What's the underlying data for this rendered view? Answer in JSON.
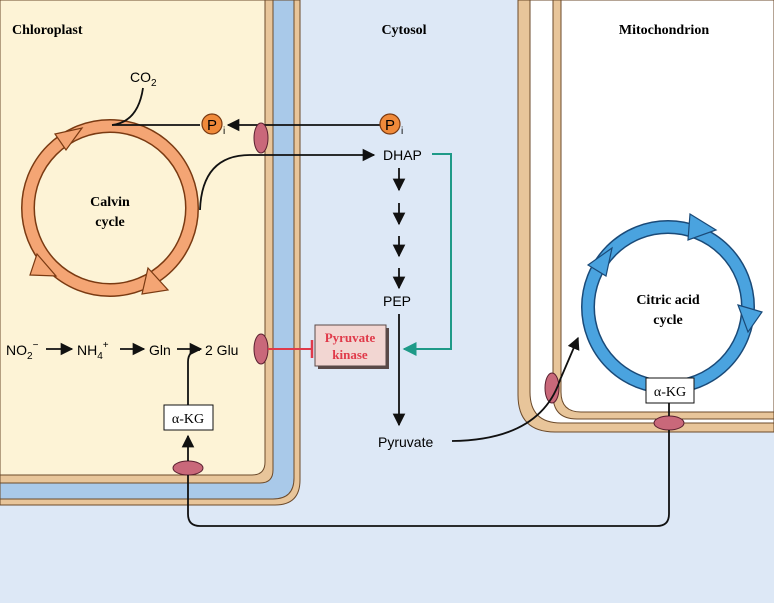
{
  "compartments": {
    "chloroplast": "Chloroplast",
    "cytosol": "Cytosol",
    "mitochondrion": "Mitochondrion"
  },
  "molecules": {
    "co2_main": "CO",
    "co2_sub": "2",
    "pi_letter": "P",
    "pi_sub": "i",
    "dhap": "DHAP",
    "pep": "PEP",
    "pyruvate": "Pyruvate",
    "no2_main": "NO",
    "no2_sub": "2",
    "no2_sup": "−",
    "nh4_main": "NH",
    "nh4_sub": "4",
    "nh4_sup": "+",
    "gln": "Gln",
    "glu": "2 Glu",
    "akg_chloro": "α-KG",
    "akg_mito": "α-KG"
  },
  "cycles": {
    "calvin_line1": "Calvin",
    "calvin_line2": "cycle",
    "citric_line1": "Citric acid",
    "citric_line2": "cycle"
  },
  "enzyme": {
    "line1": "Pyruvate",
    "line2": "kinase"
  },
  "colors": {
    "chloroplast_fill": "#fdf3d6",
    "cytosol_fill": "#dde8f6",
    "membrane_tan": "#e8c59a",
    "intermembrane_blue": "#a9c9e9",
    "calvin_orange": "#f4a574",
    "citric_blue": "#4aa3df",
    "transporter": "#c9687a",
    "inhibition_red": "#e03a4a",
    "activation_green": "#1e9a88",
    "enzyme_box": "#f2d6d2",
    "enzyme_text": "#e03a4a"
  }
}
